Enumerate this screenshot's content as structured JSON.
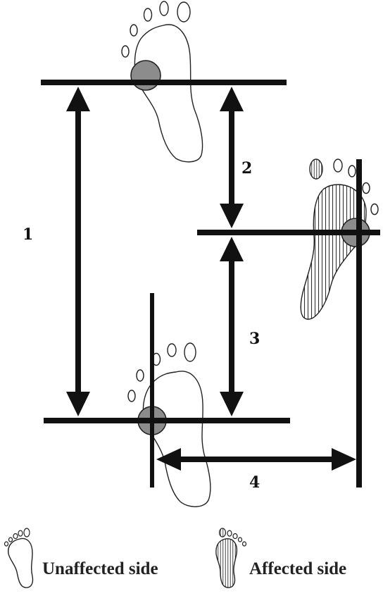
{
  "diagram": {
    "measurements": [
      {
        "id": "1",
        "label": "1"
      },
      {
        "id": "2",
        "label": "2"
      },
      {
        "id": "3",
        "label": "3"
      },
      {
        "id": "4",
        "label": "4"
      }
    ]
  },
  "legend": {
    "unaffected_label": "Unaffected side",
    "affected_label": "Affected side"
  },
  "colors": {
    "line": "#111111",
    "contact": "#888888",
    "background": "#ffffff"
  }
}
